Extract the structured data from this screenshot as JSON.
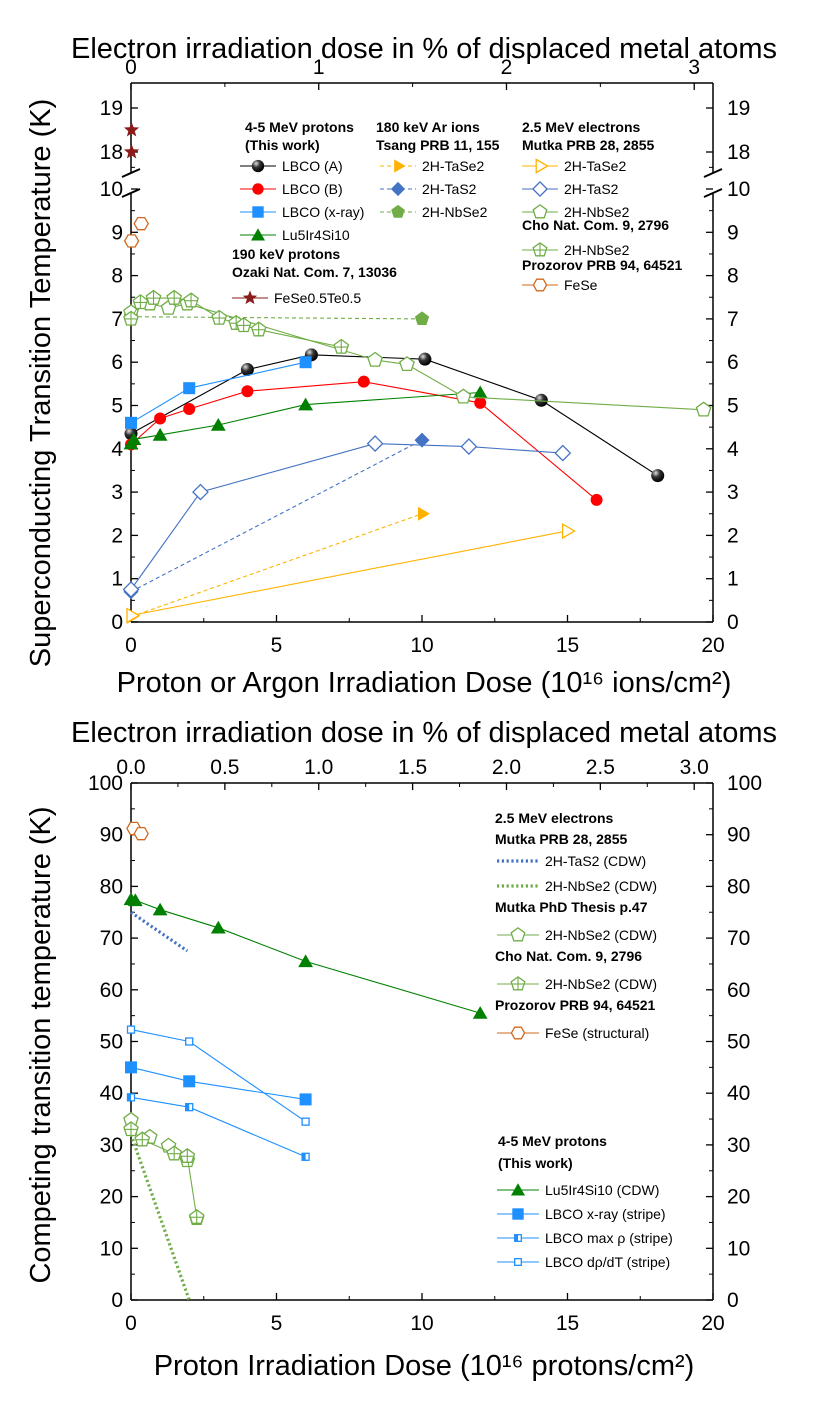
{
  "chart_data": [
    {
      "type": "line",
      "xlabel": "Proton or Argon Irradiation Dose (10¹⁶ ions/cm²)",
      "x2label": "Electron irradiation dose in % of displaced metal atoms",
      "ylabel": "Superconducting Transition Temperature (K)",
      "xlim": [
        0,
        20
      ],
      "x2lim": [
        0,
        3.1
      ],
      "ylim": [
        0,
        19
      ],
      "y_break": [
        10.6,
        17.8
      ],
      "xticks": [
        0,
        5,
        10,
        15,
        20
      ],
      "x2ticks": [
        0,
        1,
        2,
        3
      ],
      "yticks": [
        0,
        1,
        2,
        3,
        4,
        5,
        6,
        7,
        8,
        9,
        10,
        18,
        19
      ],
      "legend_headers": {
        "g1": "4-5 MeV protons",
        "g1b": "(This work)",
        "g2": "190 keV protons",
        "g2b": "Ozaki Nat. Com. 7, 13036",
        "g3": "180 keV Ar ions",
        "g3b": "Tsang PRB 11, 155",
        "g4": "2.5 MeV electrons",
        "g4b": "Mutka PRB 28, 2855",
        "g5": "Cho Nat. Com. 9, 2796",
        "g6": "Prozorov PRB 94, 64521"
      },
      "series": [
        {
          "name": "LBCO (A)",
          "color": "#000000",
          "marker": "ball",
          "axis": "bottom",
          "connect": true,
          "x": [
            0,
            4,
            6.2,
            10.1,
            14.1,
            18.1
          ],
          "y": [
            4.35,
            5.83,
            6.17,
            6.07,
            5.12,
            3.38
          ]
        },
        {
          "name": "LBCO (B)",
          "color": "#ff0000",
          "marker": "circle",
          "axis": "bottom",
          "connect": true,
          "x": [
            0,
            1,
            2,
            4,
            8,
            12,
            16
          ],
          "y": [
            4.1,
            4.7,
            4.92,
            5.33,
            5.55,
            5.06,
            2.82
          ]
        },
        {
          "name": "LBCO (x-ray)",
          "color": "#1e90ff",
          "marker": "square",
          "axis": "bottom",
          "connect": true,
          "x": [
            0,
            2,
            6
          ],
          "y": [
            4.6,
            5.4,
            6.0
          ]
        },
        {
          "name": "Lu5Ir4Si10",
          "color": "#008000",
          "marker": "triangle",
          "axis": "bottom",
          "connect": true,
          "x": [
            0,
            0.1,
            1,
            3,
            6,
            12
          ],
          "y": [
            4.12,
            4.22,
            4.32,
            4.55,
            5.02,
            5.3
          ]
        },
        {
          "name": "FeSe0.5Te0.5",
          "color": "#8b1a1a",
          "marker": "star",
          "axis": "bottom",
          "connect": false,
          "x": [
            0.02,
            0.02
          ],
          "y": [
            18.5,
            18.0
          ]
        },
        {
          "name": "2H-TaSe2",
          "color": "#ffb300",
          "marker": "tri-right",
          "axis": "bottom",
          "connect": true,
          "dash": true,
          "x": [
            0,
            10
          ],
          "y": [
            0.12,
            2.5
          ]
        },
        {
          "name": "2H-TaS2",
          "color": "#4472c4",
          "marker": "diamond",
          "axis": "bottom",
          "connect": true,
          "dash": true,
          "x": [
            0,
            10
          ],
          "y": [
            0.7,
            4.2
          ]
        },
        {
          "name": "2H-NbSe2",
          "color": "#70ad47",
          "marker": "pentagon",
          "axis": "bottom",
          "connect": true,
          "dash": true,
          "x": [
            0,
            10
          ],
          "y": [
            7.05,
            7.0
          ]
        },
        {
          "name": "2H-TaSe2",
          "color": "#ffb300",
          "marker": "tri-right-open",
          "axis": "top",
          "connect": true,
          "x": [
            0,
            2.32
          ],
          "y": [
            0.15,
            2.1
          ]
        },
        {
          "name": "2H-TaS2",
          "color": "#4472c4",
          "marker": "diamond-open",
          "axis": "top",
          "connect": true,
          "x": [
            0,
            0.37,
            1.3,
            1.8,
            2.3
          ],
          "y": [
            0.75,
            3.0,
            4.12,
            4.05,
            3.9
          ]
        },
        {
          "name": "2H-NbSe2",
          "color": "#70ad47",
          "marker": "pentagon-open",
          "axis": "top",
          "connect": true,
          "x": [
            0,
            0.1,
            0.2,
            0.3,
            1.3,
            1.47,
            1.77,
            3.05
          ],
          "y": [
            7.15,
            7.35,
            7.25,
            7.35,
            6.05,
            5.95,
            5.2,
            4.9
          ]
        },
        {
          "name": "2H-NbSe2",
          "color": "#70ad47",
          "marker": "pentagon-cross",
          "axis": "top",
          "connect": true,
          "x": [
            0,
            0.05,
            0.12,
            0.23,
            0.32,
            0.47,
            0.56,
            0.6,
            0.68,
            1.12
          ],
          "y": [
            7.0,
            7.38,
            7.48,
            7.48,
            7.42,
            7.02,
            6.9,
            6.85,
            6.75,
            6.35
          ]
        },
        {
          "name": "FeSe",
          "color": "#d2691e",
          "marker": "hexagon-open",
          "axis": "bottom",
          "connect": false,
          "x": [
            0.02,
            0.35
          ],
          "y": [
            8.8,
            9.2
          ]
        }
      ]
    },
    {
      "type": "line",
      "xlabel": "Proton Irradiation Dose (10¹⁶ protons/cm²)",
      "x2label": "Electron irradiation dose in % of displaced metal atoms",
      "ylabel": "Competing transition temperature (K)",
      "xlim": [
        0,
        20
      ],
      "x2lim": [
        0,
        3.1
      ],
      "ylim": [
        0,
        100
      ],
      "xticks": [
        0,
        5,
        10,
        15,
        20
      ],
      "x2ticks": [
        0.0,
        0.5,
        1.0,
        1.5,
        2.0,
        2.5,
        3.0
      ],
      "x2ticklabels": [
        "0.0",
        "0.5",
        "1.0",
        "1.5",
        "2.0",
        "2.5",
        "3.0"
      ],
      "yticks": [
        0,
        10,
        20,
        30,
        40,
        50,
        60,
        70,
        80,
        90,
        100
      ],
      "legend_headers": {
        "g1": "2.5 MeV electrons",
        "g1b": "Mutka PRB 28, 2855",
        "g2": "Mutka PhD Thesis p.47",
        "g3": "Cho Nat. Com. 9, 2796",
        "g4": "Prozorov PRB 94, 64521",
        "g5": "4-5 MeV protons",
        "g5b": "(This work)"
      },
      "series": [
        {
          "name": "2H-TaS2 (CDW)",
          "color": "#4472c4",
          "marker": "dotted",
          "axis": "top",
          "x": [
            0,
            0.3
          ],
          "y": [
            75,
            67.5
          ]
        },
        {
          "name": "2H-NbSe2 (CDW)",
          "color": "#70ad47",
          "marker": "dotted",
          "axis": "top",
          "x": [
            0,
            0.31
          ],
          "y": [
            32,
            0
          ]
        },
        {
          "name": "2H-NbSe2 (CDW)",
          "color": "#70ad47",
          "marker": "pentagon-open",
          "axis": "top",
          "connect": false,
          "x": [
            0,
            0.1,
            0.2,
            0.3,
            0.35
          ],
          "y": [
            34.8,
            31.5,
            29.8,
            27.0,
            15.8
          ]
        },
        {
          "name": "2H-NbSe2 (CDW)",
          "color": "#70ad47",
          "marker": "pentagon-cross",
          "axis": "top",
          "connect": true,
          "x": [
            0,
            0.06,
            0.23,
            0.3,
            0.35
          ],
          "y": [
            33.0,
            31.0,
            28.3,
            27.8,
            16.0
          ]
        },
        {
          "name": "FeSe (structural)",
          "color": "#d2691e",
          "marker": "hexagon-open",
          "axis": "bottom",
          "connect": false,
          "x": [
            0.1,
            0.35
          ],
          "y": [
            91.2,
            90.2
          ]
        },
        {
          "name": "Lu5Ir4Si10 (CDW)",
          "color": "#008000",
          "marker": "triangle",
          "axis": "bottom",
          "connect": true,
          "x": [
            0,
            0.15,
            1,
            3,
            6,
            12
          ],
          "y": [
            77.5,
            77.3,
            75.5,
            72.0,
            65.5,
            55.5
          ]
        },
        {
          "name": "LBCO x-ray (stripe)",
          "color": "#1e90ff",
          "marker": "square",
          "axis": "bottom",
          "connect": true,
          "x": [
            0,
            2,
            6
          ],
          "y": [
            45.0,
            42.3,
            38.8
          ]
        },
        {
          "name": "LBCO max ρ (stripe)",
          "color": "#1e90ff",
          "marker": "square-half",
          "axis": "bottom",
          "connect": true,
          "x": [
            0,
            2,
            6
          ],
          "y": [
            39.2,
            37.3,
            27.7
          ]
        },
        {
          "name": "LBCO dρ/dT (stripe)",
          "color": "#1e90ff",
          "marker": "square-open",
          "axis": "bottom",
          "connect": true,
          "x": [
            0,
            2,
            6
          ],
          "y": [
            52.3,
            50.0,
            34.5
          ]
        }
      ]
    }
  ]
}
